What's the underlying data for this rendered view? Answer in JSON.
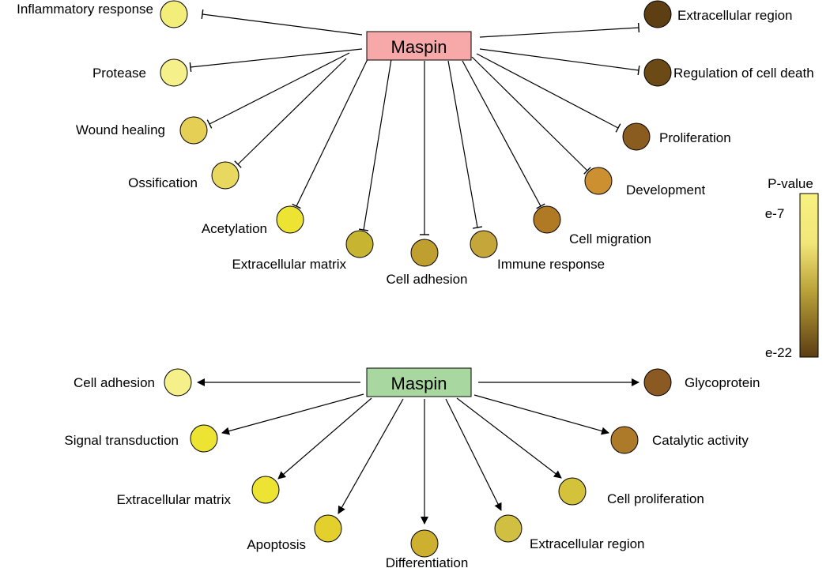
{
  "inhibited_network": {
    "hub_label": "Maspin",
    "hub_color": "#f7a9a9",
    "nodes": [
      {
        "label": "Inflammatory response",
        "color": "#f3ed7a"
      },
      {
        "label": "Protease",
        "color": "#f5f08a"
      },
      {
        "label": "Wound healing",
        "color": "#e6cf55"
      },
      {
        "label": "Ossification",
        "color": "#e8d85f"
      },
      {
        "label": "Acetylation",
        "color": "#ece332"
      },
      {
        "label": "Extracellular matrix",
        "color": "#c7b532"
      },
      {
        "label": "Cell adhesion",
        "color": "#bf9f2f"
      },
      {
        "label": "Immune response",
        "color": "#c4a63a"
      },
      {
        "label": "Cell migration",
        "color": "#b07a25"
      },
      {
        "label": "Development",
        "color": "#cc9030"
      },
      {
        "label": "Proliferation",
        "color": "#8a5c20"
      },
      {
        "label": "Regulation of cell death",
        "color": "#6b4a16"
      },
      {
        "label": "Extracellular region",
        "color": "#5e3f14"
      }
    ]
  },
  "activated_network": {
    "hub_label": "Maspin",
    "hub_color": "#a8d8a0",
    "nodes": [
      {
        "label": "Cell adhesion",
        "color": "#f5f08a"
      },
      {
        "label": "Signal transduction",
        "color": "#ece332"
      },
      {
        "label": "Extracellular matrix",
        "color": "#ece332"
      },
      {
        "label": "Apoptosis",
        "color": "#e3d02c"
      },
      {
        "label": "Differentiation",
        "color": "#cdb030"
      },
      {
        "label": "Extracellular region",
        "color": "#d0bf40"
      },
      {
        "label": "Cell proliferation",
        "color": "#d3c23a"
      },
      {
        "label": "Catalytic activity",
        "color": "#ad7a2a"
      },
      {
        "label": "Glycoprotein",
        "color": "#8b5a22"
      }
    ]
  },
  "legend": {
    "title": "P-value",
    "top_label": "e-7",
    "bottom_label": "e-22",
    "gradient_colors": [
      "#f8f17f",
      "#f2e67a",
      "#b9a138",
      "#5c3d12"
    ]
  }
}
